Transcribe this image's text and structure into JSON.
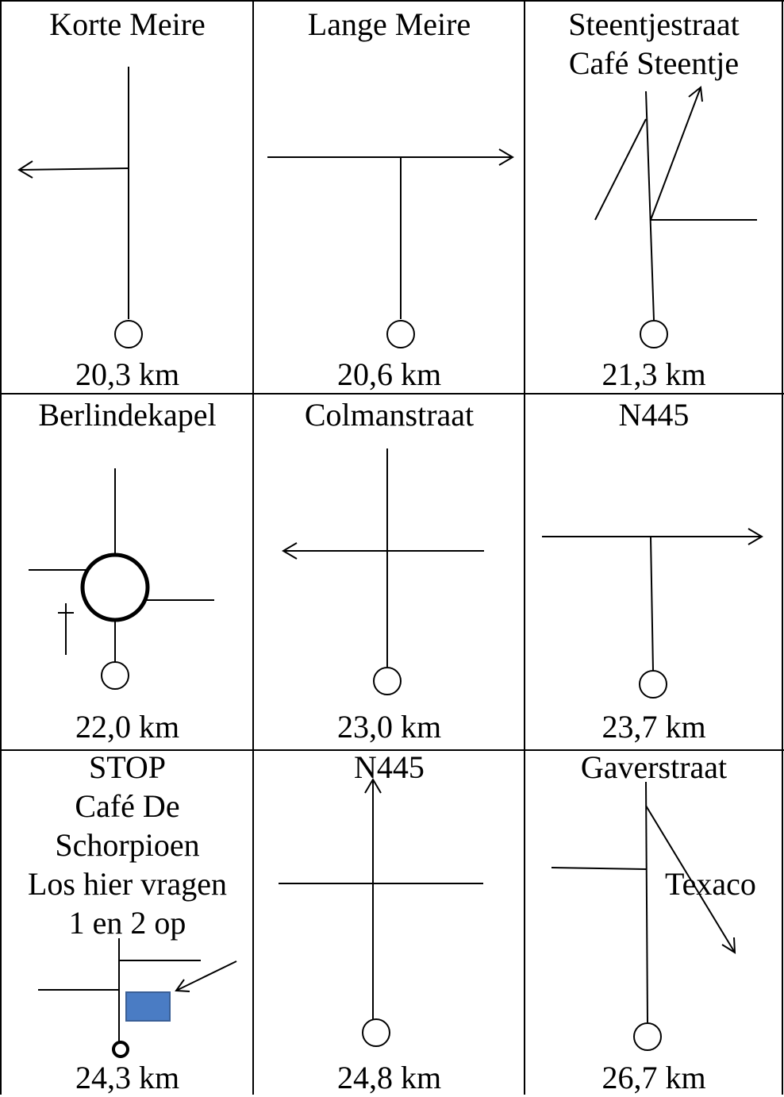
{
  "cells": [
    {
      "title": [
        "Korte Meire"
      ],
      "distance": "20,3 km",
      "diagram": "left-turn-at-crossroad"
    },
    {
      "title": [
        "Lange Meire"
      ],
      "distance": "20,6 km",
      "diagram": "right-turn-t-junction"
    },
    {
      "title": [
        "Steentjestraat",
        "Café Steentje"
      ],
      "distance": "21,3 km",
      "diagram": "sharp-right-fork"
    },
    {
      "title": [
        "Berlindekapel"
      ],
      "distance": "22,0 km",
      "diagram": "roundabout-with-chapel-cross"
    },
    {
      "title": [
        "Colmanstraat"
      ],
      "distance": "23,0 km",
      "diagram": "left-turn-at-crossroad"
    },
    {
      "title": [
        "N445"
      ],
      "distance": "23,7 km",
      "diagram": "right-turn-t-junction"
    },
    {
      "title": [
        "STOP",
        "Café De",
        "Schorpioen",
        "Los hier vragen",
        "1 en 2 op"
      ],
      "distance": "24,3 km",
      "diagram": "stop-at-cafe"
    },
    {
      "title": [
        "N445"
      ],
      "distance": "24,8 km",
      "diagram": "straight-on-at-crossroad"
    },
    {
      "title": [
        "Gaverstraat"
      ],
      "distance": "26,7 km",
      "diagram": "diagonal-right",
      "annotation": "Texaco"
    }
  ],
  "colors": {
    "line": "#000000",
    "cafe_box_fill": "#4a7cc4",
    "cafe_box_stroke": "#3a5f96"
  }
}
